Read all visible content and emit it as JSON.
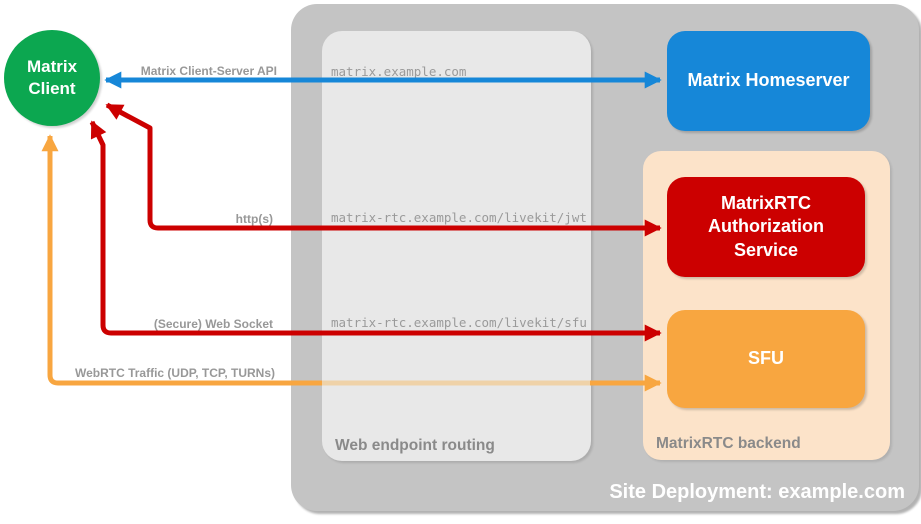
{
  "diagram_title": "MatrixRTC site deployment diagram",
  "colors": {
    "client_green": "#0CA750",
    "homeserver_blue": "#1687D8",
    "service_red": "#CC0000",
    "sfu_orange": "#F8A640",
    "backend_peach": "#FCE3C9",
    "site_gray": "#C4C4C4",
    "routing_gray": "#E8E8E8",
    "webrtc_faint_orange": "#EFD2A8",
    "label_gray": "#989898"
  },
  "nodes": {
    "client": {
      "label": "Matrix\nClient"
    },
    "homeserver": {
      "label": "Matrix Homeserver"
    },
    "auth_service": {
      "label": "MatrixRTC\nAuthorization\nService"
    },
    "sfu": {
      "label": "SFU"
    }
  },
  "containers": {
    "site": {
      "label": "Site Deployment: example.com"
    },
    "routing": {
      "label": "Web endpoint routing"
    },
    "backend": {
      "label": "MatrixRTC backend"
    }
  },
  "routes": {
    "homeserver": {
      "host": "matrix.example.com"
    },
    "jwt": {
      "host": "matrix-rtc.example.com/livekit/jwt"
    },
    "sfu": {
      "host": "matrix-rtc.example.com/livekit/sfu"
    }
  },
  "edges": {
    "client_server_api": {
      "label": "Matrix Client-Server API"
    },
    "http": {
      "label": "http(s)"
    },
    "websocket": {
      "label": "(Secure) Web Socket"
    },
    "webrtc": {
      "label": "WebRTC Traffic (UDP, TCP, TURNs)"
    }
  }
}
